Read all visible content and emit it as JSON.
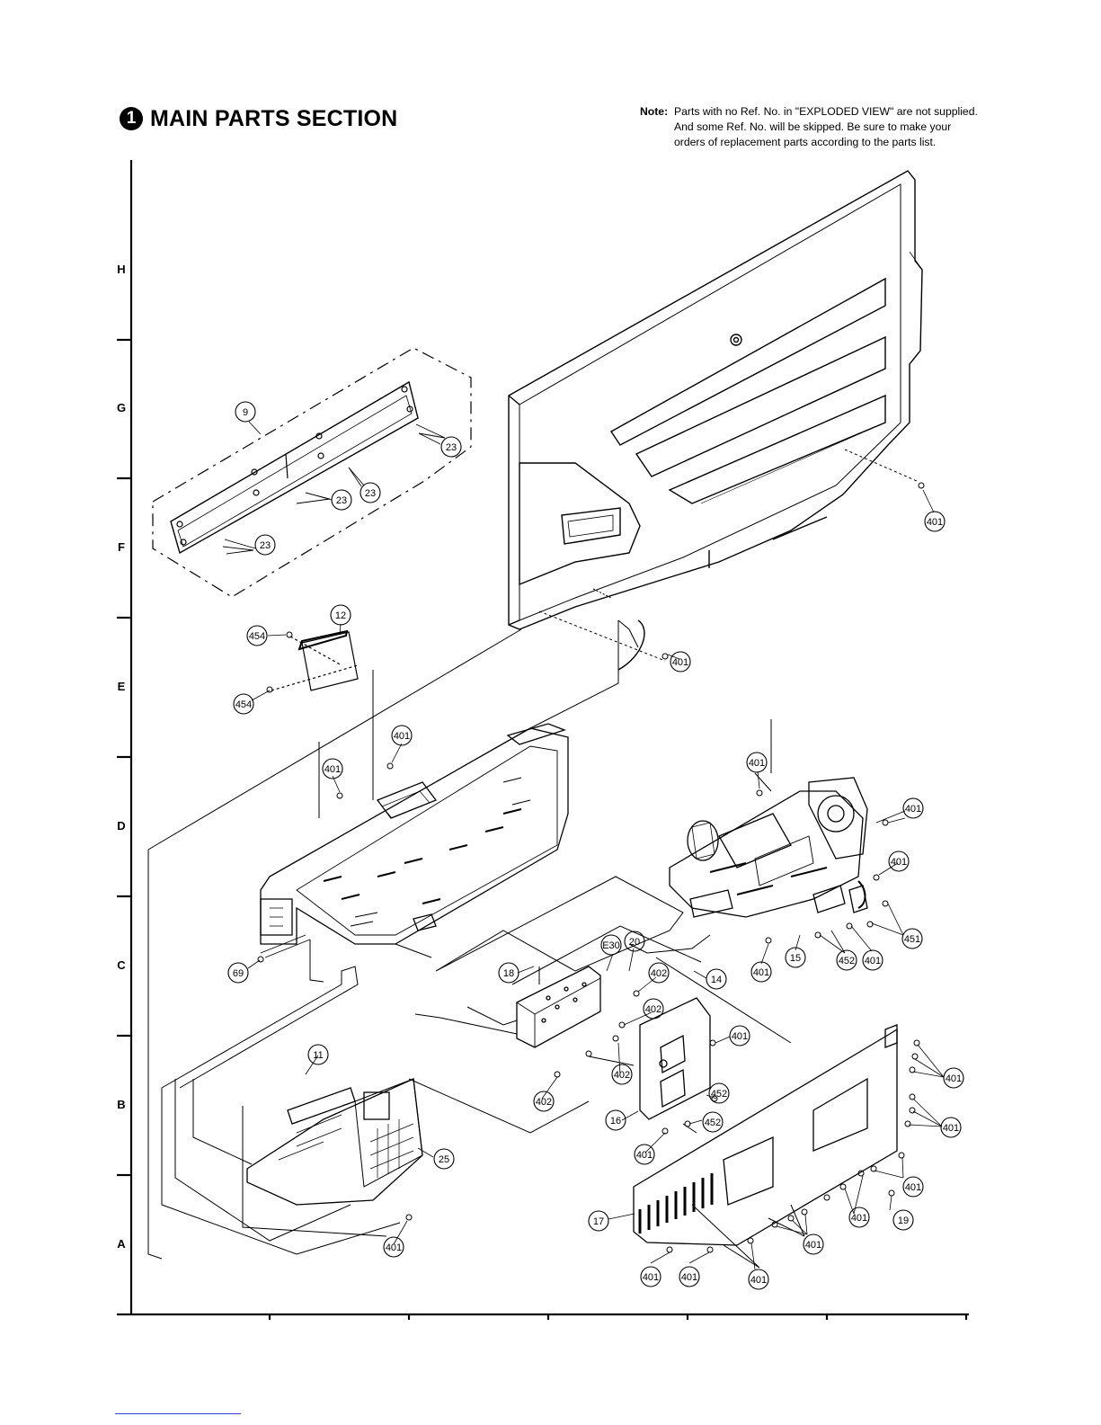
{
  "header": {
    "section_number": "1",
    "title": "MAIN PARTS SECTION"
  },
  "note": {
    "label": "Note:",
    "lines": [
      "Parts with no Ref. No. in \"EXPLODED VIEW\" are not supplied.",
      "And some Ref. No. will be skipped.  Be sure to make your",
      "orders of replacement parts according to the parts list."
    ]
  },
  "grid_rows": [
    "H",
    "G",
    "F",
    "E",
    "D",
    "C",
    "B",
    "A"
  ],
  "callouts": {
    "c9": "9",
    "c23a": "23",
    "c23b": "23",
    "c23c": "23",
    "c23d": "23",
    "c401_top": "401",
    "c401_e": "401",
    "c12": "12",
    "c454a": "454",
    "c454b": "454",
    "c401_d1": "401",
    "c401_d2": "401",
    "c401_d3": "401",
    "c401_d4": "401",
    "c401_d5": "401",
    "c401_c1": "401",
    "c401_c2": "401",
    "c451": "451",
    "c452_c": "452",
    "c15": "15",
    "c14": "14",
    "c69": "69",
    "c18": "18",
    "cE30": "E30",
    "c20": "20",
    "c402a": "402",
    "c402b": "402",
    "c402c": "402",
    "c402d": "402",
    "c401_b1": "401",
    "c452_b1": "452",
    "c452_b2": "452",
    "c16": "16",
    "c401_b2": "401",
    "c401_b3": "401",
    "c401_b4": "401",
    "c11": "11",
    "c25": "25",
    "c401_a1": "401",
    "c17": "17",
    "c401_a2": "401",
    "c401_a3": "401",
    "c401_a4": "401",
    "c401_a5": "401",
    "c401_a6": "401",
    "c401_a7": "401",
    "c19": "19"
  }
}
